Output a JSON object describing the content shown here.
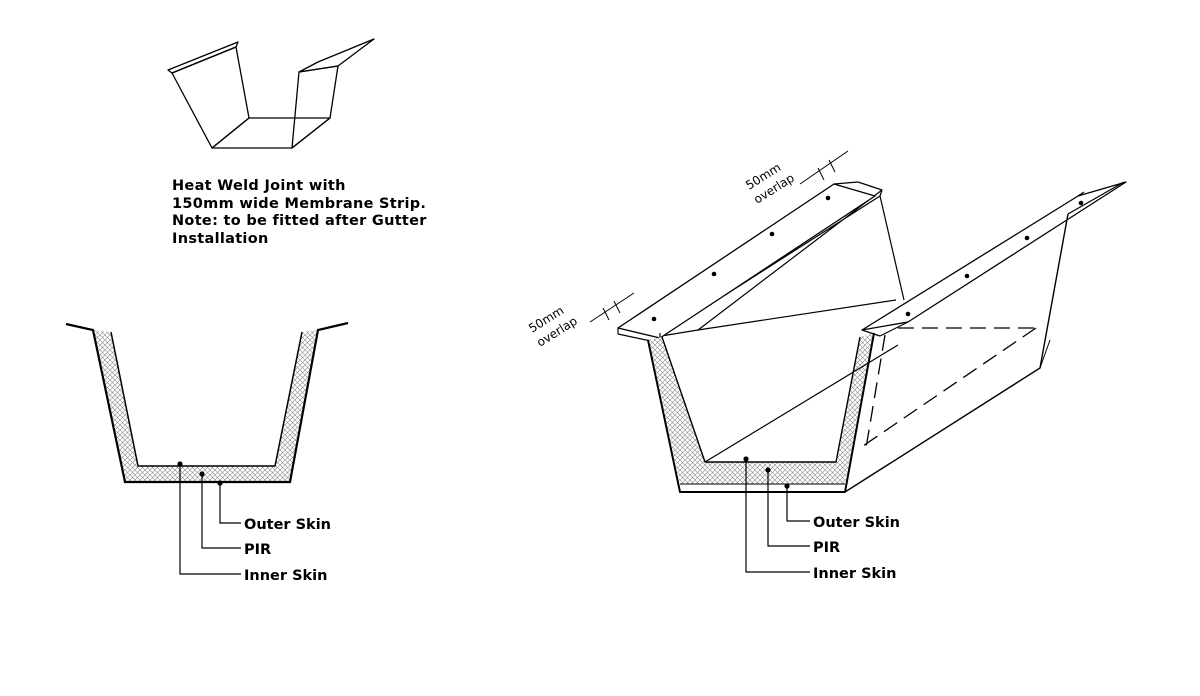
{
  "note": {
    "lines": [
      "Heat Weld Joint with",
      "150mm wide Membrane Strip.",
      "Note: to be fitted after Gutter",
      "Installation"
    ]
  },
  "section_labels": {
    "outer_skin": "Outer Skin",
    "pir": "PIR",
    "inner_skin": "Inner Skin"
  },
  "iso_labels": {
    "outer_skin": "Outer Skin",
    "pir": "PIR",
    "inner_skin": "Inner Skin"
  },
  "overlap_right": {
    "value": "50mm",
    "word": "overlap"
  },
  "overlap_left": {
    "value": "50mm",
    "word": "overlap"
  },
  "colors": {
    "line": "#000000",
    "insulation": "#bbbbbb"
  }
}
